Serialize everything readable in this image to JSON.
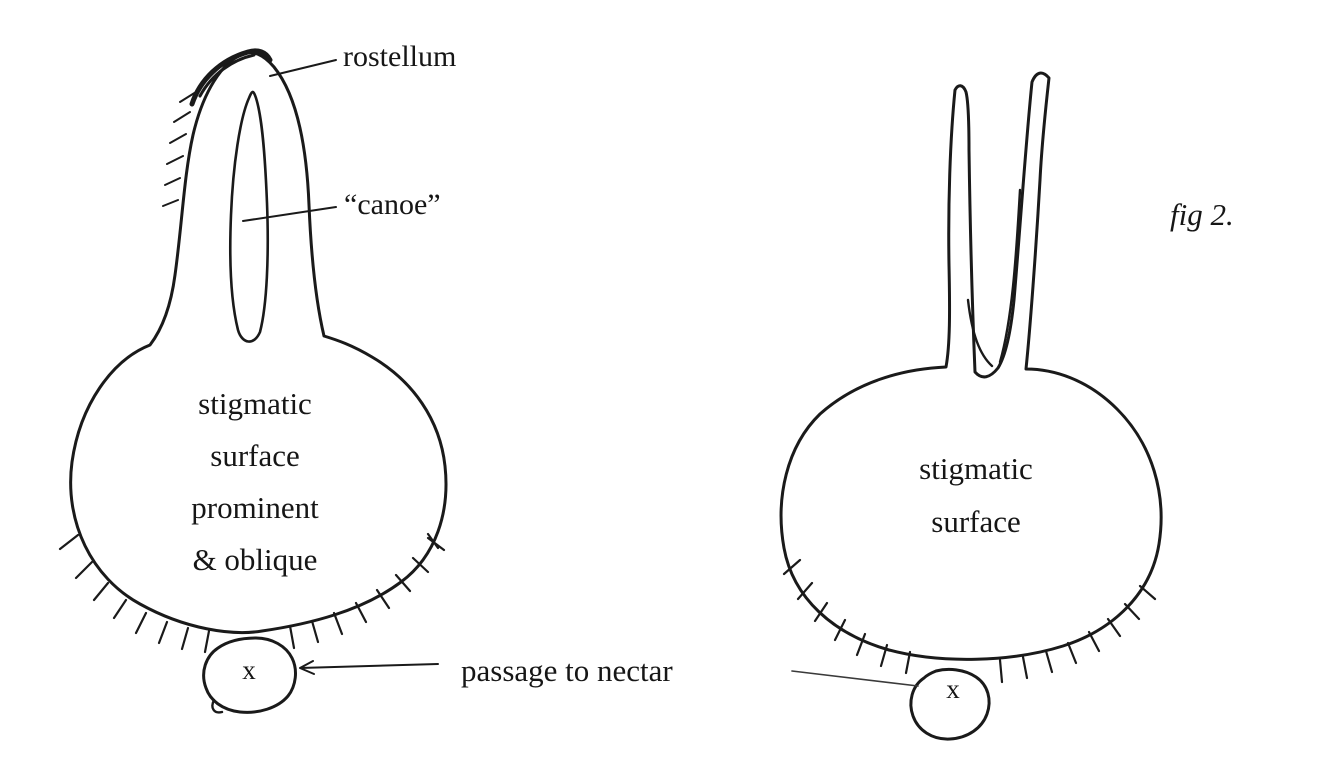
{
  "page": {
    "background_color": "#ffffff",
    "ink_color": "#1a1a1a"
  },
  "figure_caption": "fig 2.",
  "left_diagram": {
    "rostellum_label": "rostellum",
    "canoe_label": "“canoe”",
    "body_line1": "stigmatic",
    "body_line2": "surface",
    "body_line3": "prominent",
    "body_line4": "& oblique",
    "x_mark": "x"
  },
  "right_diagram": {
    "body_line1": "stigmatic",
    "body_line2": "surface",
    "x_mark": "x"
  },
  "shared": {
    "passage_label": "passage to nectar"
  }
}
